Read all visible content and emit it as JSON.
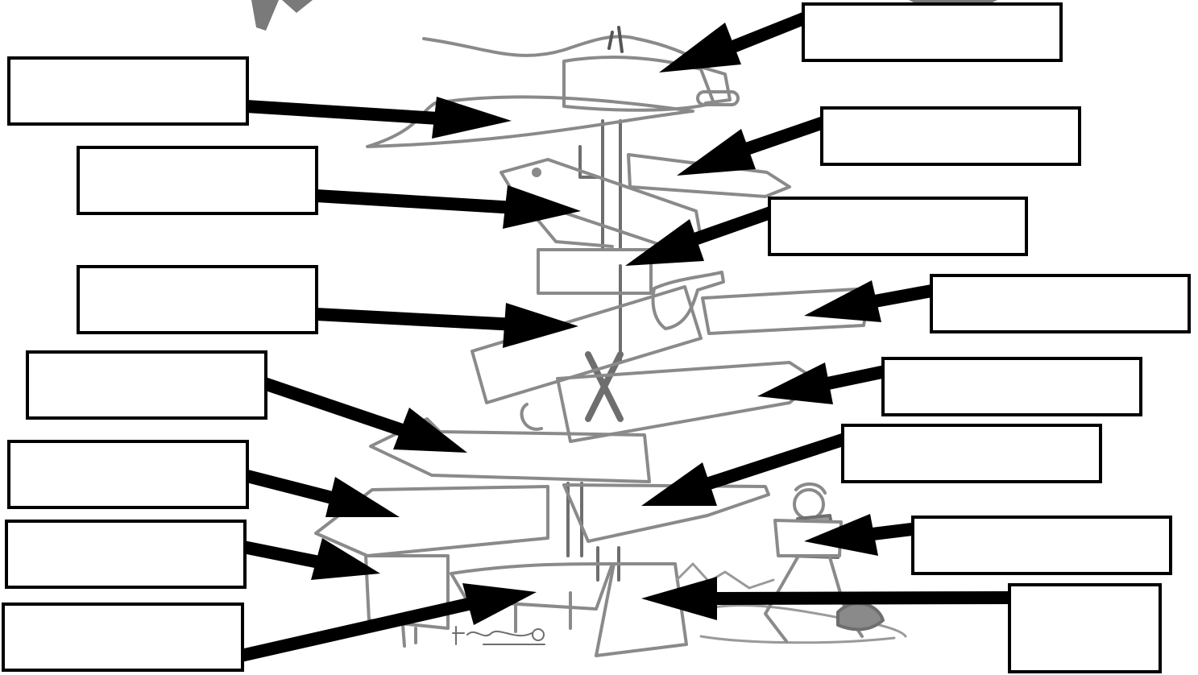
{
  "colors": {
    "ink": "#000000",
    "sketch": "#8a8a8a",
    "paper": "#ffffff"
  },
  "illustration": {
    "name": "signpost-with-boy-sketch",
    "signature": "Fleck ©"
  },
  "label_boxes": [
    {
      "name": "label-box-left-1",
      "text": ""
    },
    {
      "name": "label-box-left-2",
      "text": ""
    },
    {
      "name": "label-box-left-3",
      "text": ""
    },
    {
      "name": "label-box-left-4",
      "text": ""
    },
    {
      "name": "label-box-left-5",
      "text": ""
    },
    {
      "name": "label-box-left-6",
      "text": ""
    },
    {
      "name": "label-box-left-7",
      "text": ""
    },
    {
      "name": "label-box-right-1",
      "text": ""
    },
    {
      "name": "label-box-right-2",
      "text": ""
    },
    {
      "name": "label-box-right-3",
      "text": ""
    },
    {
      "name": "label-box-right-4",
      "text": ""
    },
    {
      "name": "label-box-right-5",
      "text": ""
    },
    {
      "name": "label-box-right-6",
      "text": ""
    },
    {
      "name": "label-box-right-7",
      "text": ""
    },
    {
      "name": "label-box-right-8",
      "text": ""
    }
  ]
}
